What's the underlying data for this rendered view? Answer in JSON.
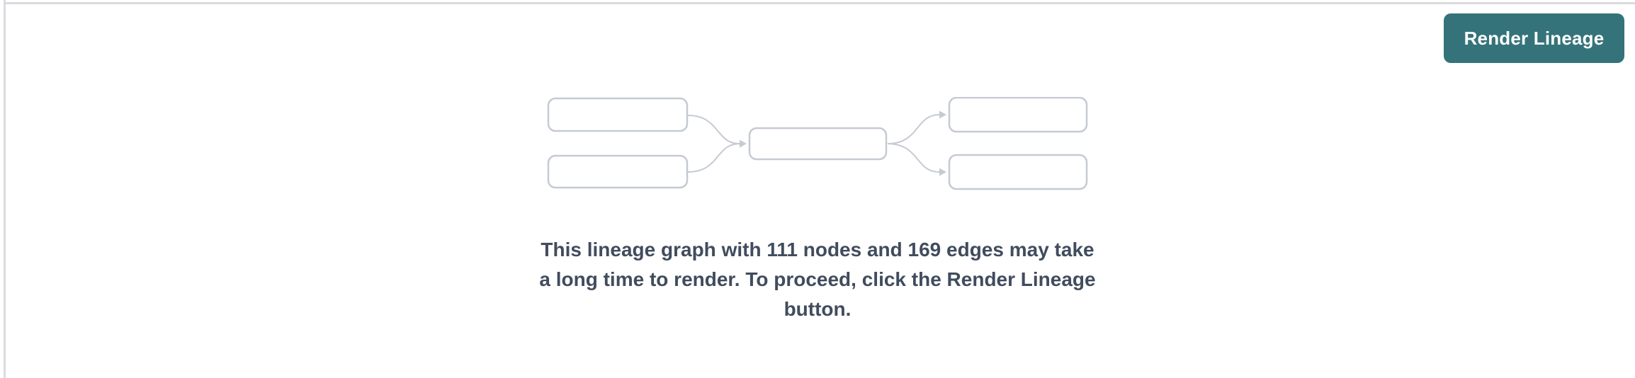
{
  "theme": {
    "accent": "#35737a",
    "accent_text": "#ffffff",
    "muted_border": "#c5cad3",
    "panel_border": "#dadbdf",
    "message_text": "#414c5d"
  },
  "toolbar": {
    "render_button_label": "Render Lineage"
  },
  "placeholder": {
    "graphic_name": "lineage-graph-preview",
    "node_count": 111,
    "edge_count": 169,
    "message_lines": [
      "This lineage graph with 111 nodes and 169 edges may take",
      "a long time to render. To proceed, click the Render Lineage",
      "button."
    ]
  }
}
